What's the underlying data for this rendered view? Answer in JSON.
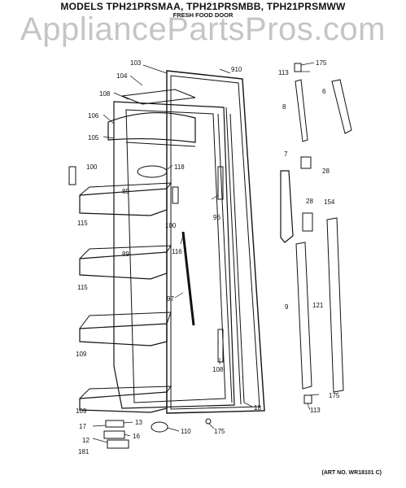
{
  "header": {
    "title": "MODELS TPH21PRSMAA, TPH21PRSMBB, TPH21PRSMWW",
    "subtitle": "FRESH FOOD DOOR",
    "watermark": "AppliancePartsPros.com"
  },
  "footer": {
    "art_no": "(ART NO. WR18101 C)"
  },
  "part_labels": {
    "p103": "103",
    "p104": "104",
    "p108a": "108",
    "p106": "106",
    "p105": "105",
    "p100a": "100",
    "p118": "118",
    "p89a": "89",
    "p115a": "115",
    "p100b": "100",
    "p96": "96",
    "p116": "116",
    "p89b": "89",
    "p115b": "115",
    "p97": "97",
    "p109a": "109",
    "p108b": "108",
    "p109b": "109",
    "p18": "18",
    "p910": "910",
    "p113a": "113",
    "p175a": "175",
    "p6": "6",
    "p8": "8",
    "p7": "7",
    "p28a": "28",
    "p28b": "28",
    "p154": "154",
    "p9": "9",
    "p121": "121",
    "p175b": "175",
    "p113b": "113",
    "p13": "13",
    "p17": "17",
    "p16": "16",
    "p12": "12",
    "p181": "181",
    "p110": "110",
    "p175c": "175"
  }
}
